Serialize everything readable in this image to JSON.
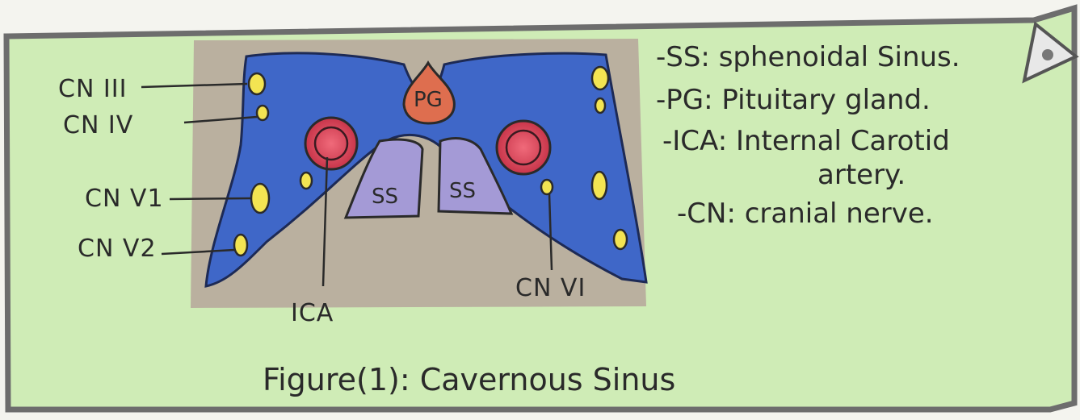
{
  "figure": {
    "caption": "Figure(1): Cavernous Sinus",
    "labels": {
      "cn3": "CN III",
      "cn4": "CN IV",
      "cnv1": "CN V1",
      "cnv2": "CN V2",
      "ica": "ICA",
      "cn6": "CN VI",
      "pg": "PG",
      "ss_left": "SS",
      "ss_right": "SS"
    },
    "legend": [
      "-SS: sphenoidal Sinus.",
      "-PG: Pituitary gland.",
      "-ICA: Internal Carotid",
      "artery.",
      "-CN: cranial nerve."
    ]
  },
  "colors": {
    "background_green": "#c9eab0",
    "frame_gray": "#6d6d6d",
    "sinus_blue": "#3f67c8",
    "tissue_brown": "#a98e8a",
    "artery_red": "#d4475c",
    "nerve_yellow": "#f3e452",
    "pituitary_orange": "#de6e4f",
    "sphenoid_purple": "#a49ad6"
  }
}
